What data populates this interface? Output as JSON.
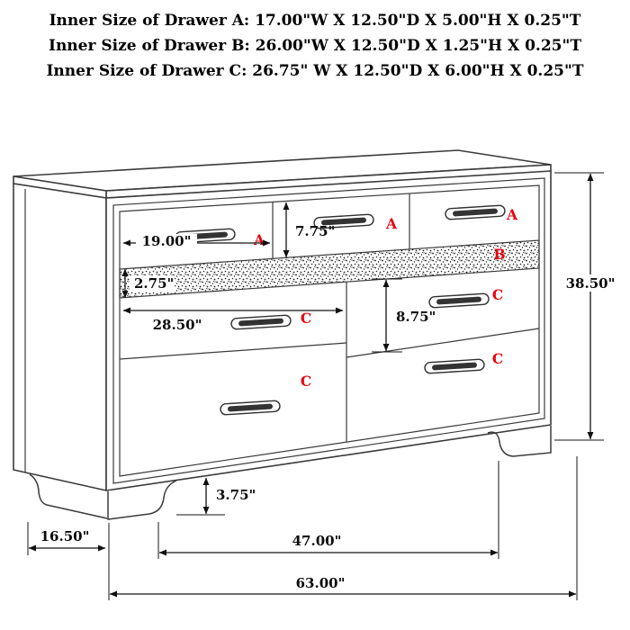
{
  "header": {
    "lines": [
      "Inner Size of Drawer A: 17.00\"W X 12.50\"D X 5.00\"H X 0.25\"T",
      "Inner Size of Drawer B: 26.00\"W X 12.50\"D X 1.25\"H X 0.25\"T",
      "Inner Size of Drawer C: 26.75\" W X 12.50\"D X 6.00\"H X 0.25\"T"
    ]
  },
  "drawer_labels": {
    "top_left": "A",
    "top_middle": "A",
    "top_right": "A",
    "jewelry_strip": "B",
    "mid_left": "C",
    "mid_right": "C",
    "bottom_left": "C",
    "bottom_right": "C"
  },
  "dimensions": {
    "drawer_a_width": "19.00\"",
    "drawer_a_height": "7.75\"",
    "strip_b_height": "2.75\"",
    "drawer_c_width": "28.50\"",
    "drawer_c_height": "8.75\"",
    "overall_height": "38.50\"",
    "foot_height": "3.75\"",
    "side_depth": "16.50\"",
    "feet_span": "47.00\"",
    "overall_width": "63.00\""
  },
  "colors": {
    "label_red": "#e8000d",
    "line_dark": "#3b3b3b",
    "text_black": "#000000"
  }
}
